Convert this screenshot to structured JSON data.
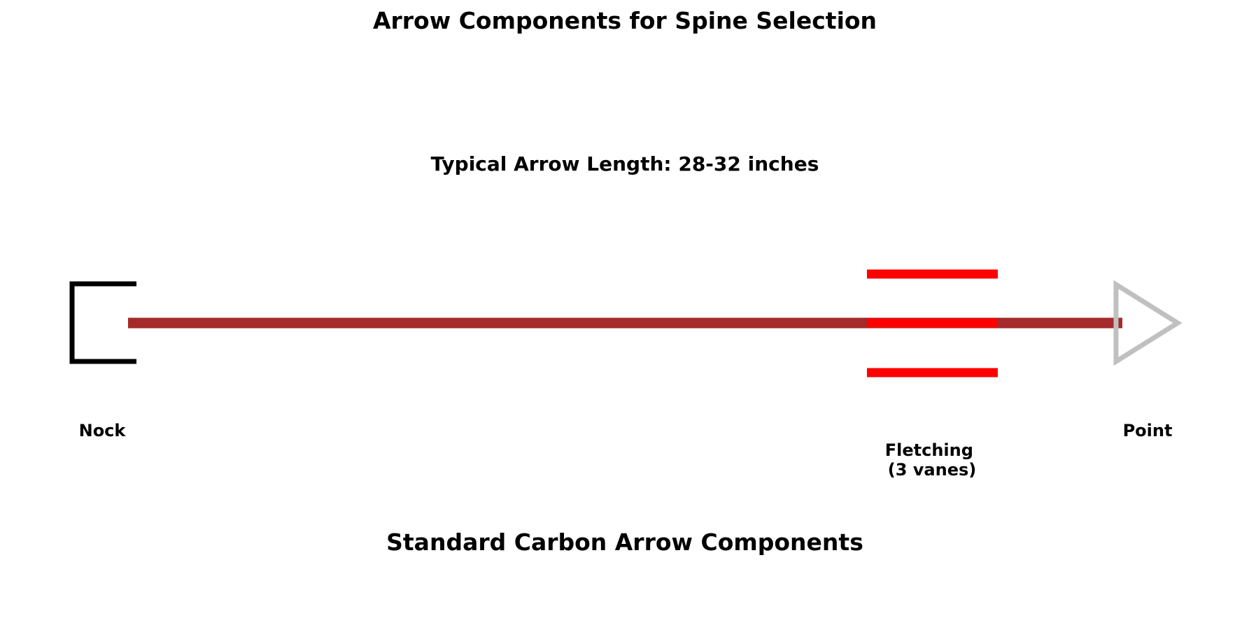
{
  "title": "Arrow Components for Spine Selection",
  "subtitle": "Typical Arrow Length: 28-32 inches",
  "footer": "Standard Carbon Arrow Components",
  "components": {
    "nock": {
      "label": "Nock",
      "color": "#000000"
    },
    "shaft": {
      "color": "#a52a2a"
    },
    "fletching": {
      "label_line1": "Fletching",
      "label_line2": "(3 vanes)",
      "color": "#ff0000",
      "vane_count": 3
    },
    "point": {
      "label": "Point",
      "color": "#c0c0c0"
    }
  }
}
